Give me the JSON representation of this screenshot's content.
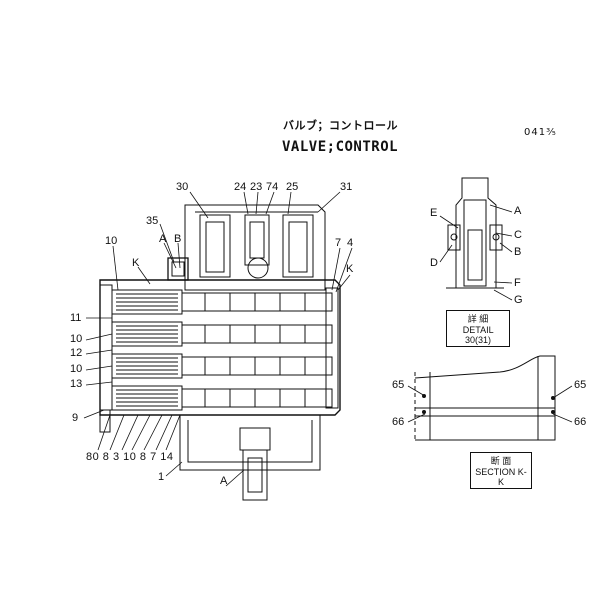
{
  "title": {
    "japanese": "バルブ；コントロール",
    "english": "VALVE;CONTROL",
    "page_code": "041⅗"
  },
  "main_view": {
    "callouts": [
      {
        "id": "c30",
        "text": "30"
      },
      {
        "id": "c24",
        "text": "24"
      },
      {
        "id": "c23",
        "text": "23"
      },
      {
        "id": "c74",
        "text": "74"
      },
      {
        "id": "c25",
        "text": "25"
      },
      {
        "id": "c31",
        "text": "31"
      },
      {
        "id": "c35",
        "text": "35"
      },
      {
        "id": "cA",
        "text": "A"
      },
      {
        "id": "cB",
        "text": "B"
      },
      {
        "id": "c10a",
        "text": "10"
      },
      {
        "id": "cK1",
        "text": "K"
      },
      {
        "id": "c7",
        "text": "7"
      },
      {
        "id": "c4",
        "text": "4"
      },
      {
        "id": "cK2",
        "text": "K"
      },
      {
        "id": "c11",
        "text": "11"
      },
      {
        "id": "c10b",
        "text": "10"
      },
      {
        "id": "c12",
        "text": "12"
      },
      {
        "id": "c10c",
        "text": "10"
      },
      {
        "id": "c13",
        "text": "13"
      },
      {
        "id": "c9",
        "text": "9"
      },
      {
        "id": "cbottom",
        "text": "80 8 3 10 8 7 14"
      },
      {
        "id": "c1",
        "text": "1"
      },
      {
        "id": "cA2",
        "text": "A"
      }
    ]
  },
  "detail_view": {
    "callouts": [
      {
        "id": "dE",
        "text": "E"
      },
      {
        "id": "dA",
        "text": "A"
      },
      {
        "id": "dC",
        "text": "C"
      },
      {
        "id": "dB",
        "text": "B"
      },
      {
        "id": "dD",
        "text": "D"
      },
      {
        "id": "dF",
        "text": "F"
      },
      {
        "id": "dG",
        "text": "G"
      }
    ],
    "label_jp": "詳 細",
    "label_en": "DETAIL",
    "ref": "30(31)"
  },
  "section_view": {
    "callouts": [
      {
        "id": "s65a",
        "text": "65"
      },
      {
        "id": "s65b",
        "text": "65"
      },
      {
        "id": "s66a",
        "text": "66"
      },
      {
        "id": "s66b",
        "text": "66"
      }
    ],
    "label_jp": "断 面",
    "label_en": "SECTION",
    "ref": "K-K"
  }
}
